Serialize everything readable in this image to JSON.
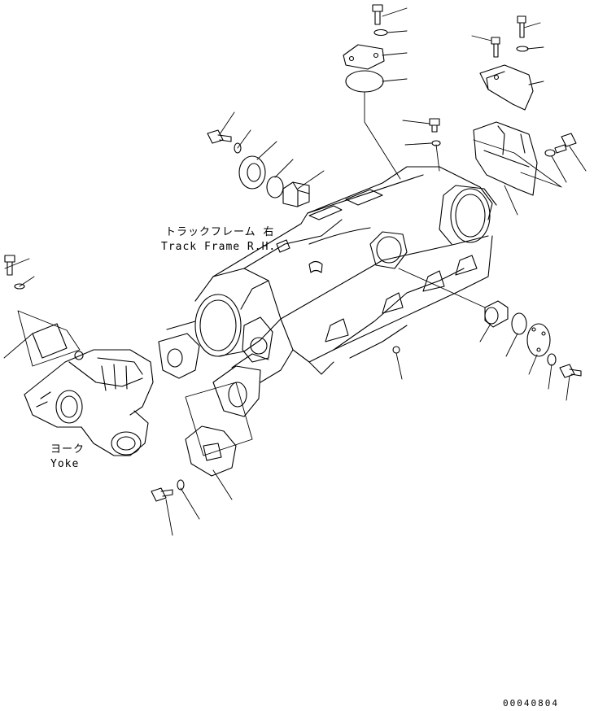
{
  "labels": {
    "track_frame_jp": "トラックフレーム 右",
    "track_frame_en": "Track Frame R.H.",
    "yoke_jp": "ヨーク",
    "yoke_en": "Yoke"
  },
  "figure_id": "00040804"
}
